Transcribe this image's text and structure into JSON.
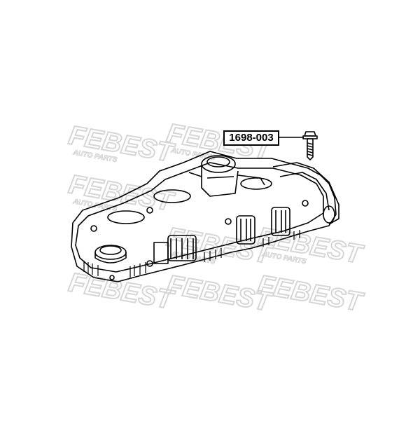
{
  "part_number": "1698-003",
  "watermark": {
    "brand": "FEBEST",
    "tagline": "AUTO PARTS",
    "color": "#d6d6d6"
  },
  "drawing": {
    "line_color": "#000000",
    "label_border": "#000000"
  }
}
